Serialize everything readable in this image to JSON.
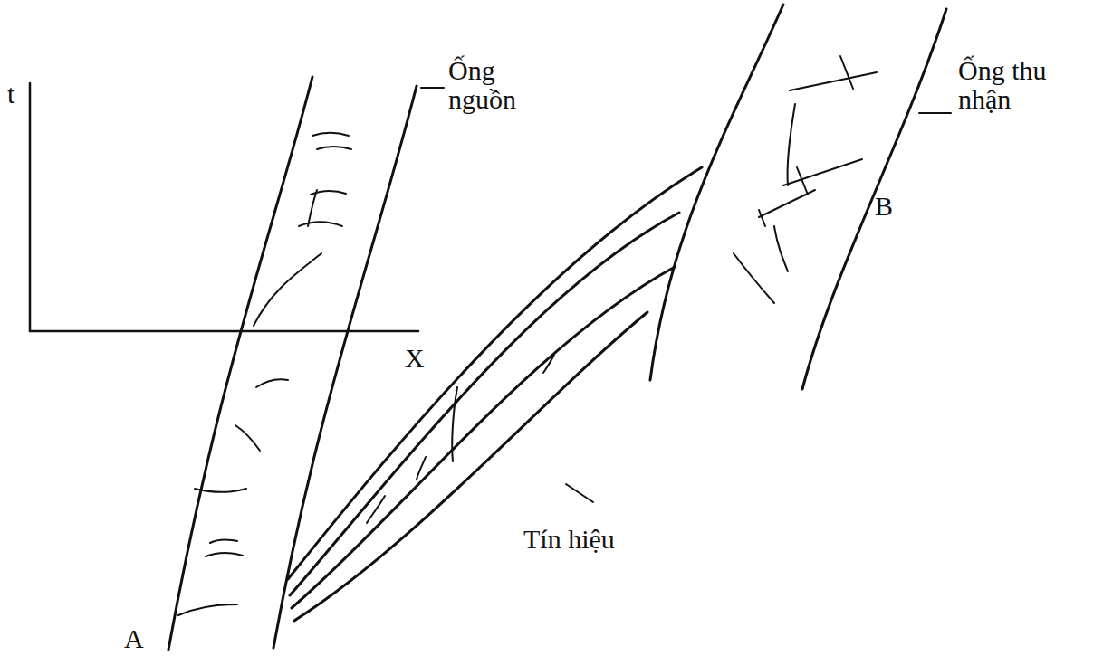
{
  "diagram": {
    "labels": [
      "t",
      "Ống nguồn",
      "Ống thu nhận",
      "B",
      "X",
      "Tín hiệu",
      "A"
    ]
  }
}
